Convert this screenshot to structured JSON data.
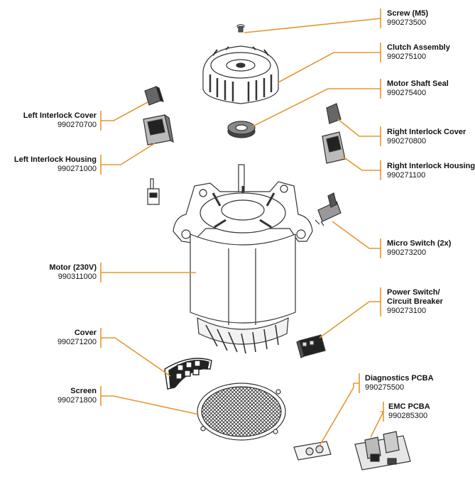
{
  "accent_color": "#E8962E",
  "line_color": "#333333",
  "parts": [
    {
      "id": "screw",
      "name": "Screw (M5)",
      "part_no": "990273500"
    },
    {
      "id": "clutch",
      "name": "Clutch Assembly",
      "part_no": "990275100"
    },
    {
      "id": "shaft-seal",
      "name": "Motor Shaft Seal",
      "part_no": "990275400"
    },
    {
      "id": "left-interlock-cover",
      "name": "Left Interlock Cover",
      "part_no": "990270700"
    },
    {
      "id": "left-interlock-housing",
      "name": "Left Interlock Housing",
      "part_no": "990271000"
    },
    {
      "id": "right-interlock-cover",
      "name": "Right Interlock Cover",
      "part_no": "990270800"
    },
    {
      "id": "right-interlock-housing",
      "name": "Right Interlock Housing",
      "part_no": "990271100"
    },
    {
      "id": "micro-switch",
      "name": "Micro Switch (2x)",
      "part_no": "990273200"
    },
    {
      "id": "motor",
      "name": "Motor (230V)",
      "part_no": "990311000"
    },
    {
      "id": "power-switch",
      "name_line1": "Power Switch/",
      "name_line2": "Circuit Breaker",
      "part_no": "990273100"
    },
    {
      "id": "cover",
      "name": "Cover",
      "part_no": "990271200"
    },
    {
      "id": "screen",
      "name": "Screen",
      "part_no": "990271800"
    },
    {
      "id": "diagnostics-pcba",
      "name": "Diagnostics PCBA",
      "part_no": "990275500"
    },
    {
      "id": "emc-pcba",
      "name": "EMC PCBA",
      "part_no": "990285300"
    }
  ]
}
